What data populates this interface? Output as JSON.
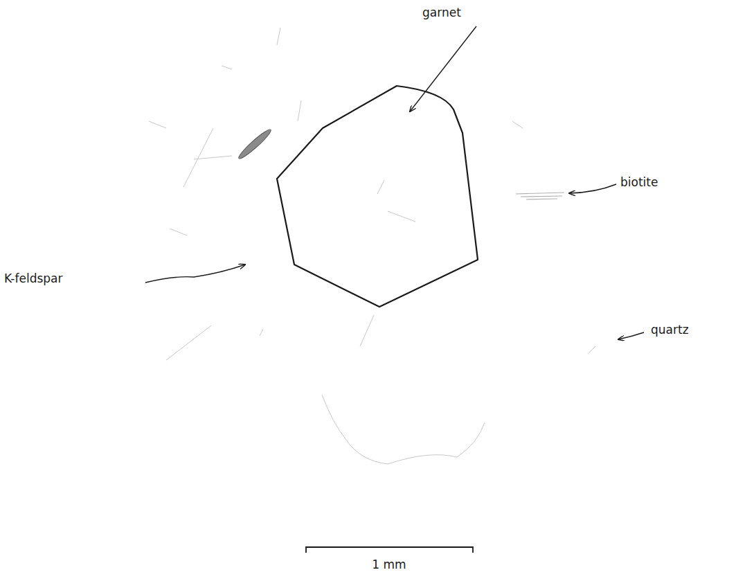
{
  "diagram": {
    "labels": [
      "garnet",
      "biotite",
      "K-feldspar",
      "quartz",
      "1 mm"
    ]
  }
}
